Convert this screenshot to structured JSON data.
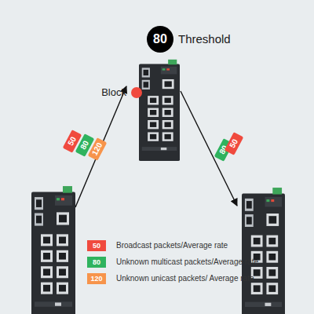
{
  "diagram": {
    "nodes": [
      {
        "text": [
          "80",
          "Threshold"
        ]
      },
      {
        "text": [
          "Block"
        ]
      }
    ],
    "labels": [
      "50",
      "80",
      "120",
      "80",
      "50",
      "50",
      "80",
      "120"
    ],
    "legend": [
      {
        "text": "Broadcast packets/Average rate",
        "color": "#f04a3e"
      },
      {
        "text": "Unknown multicast packets/Average rate",
        "color": "#2fb35e"
      },
      {
        "text": "Unknown unicast packets/ Average rate",
        "color": "#f7944b"
      }
    ]
  }
}
